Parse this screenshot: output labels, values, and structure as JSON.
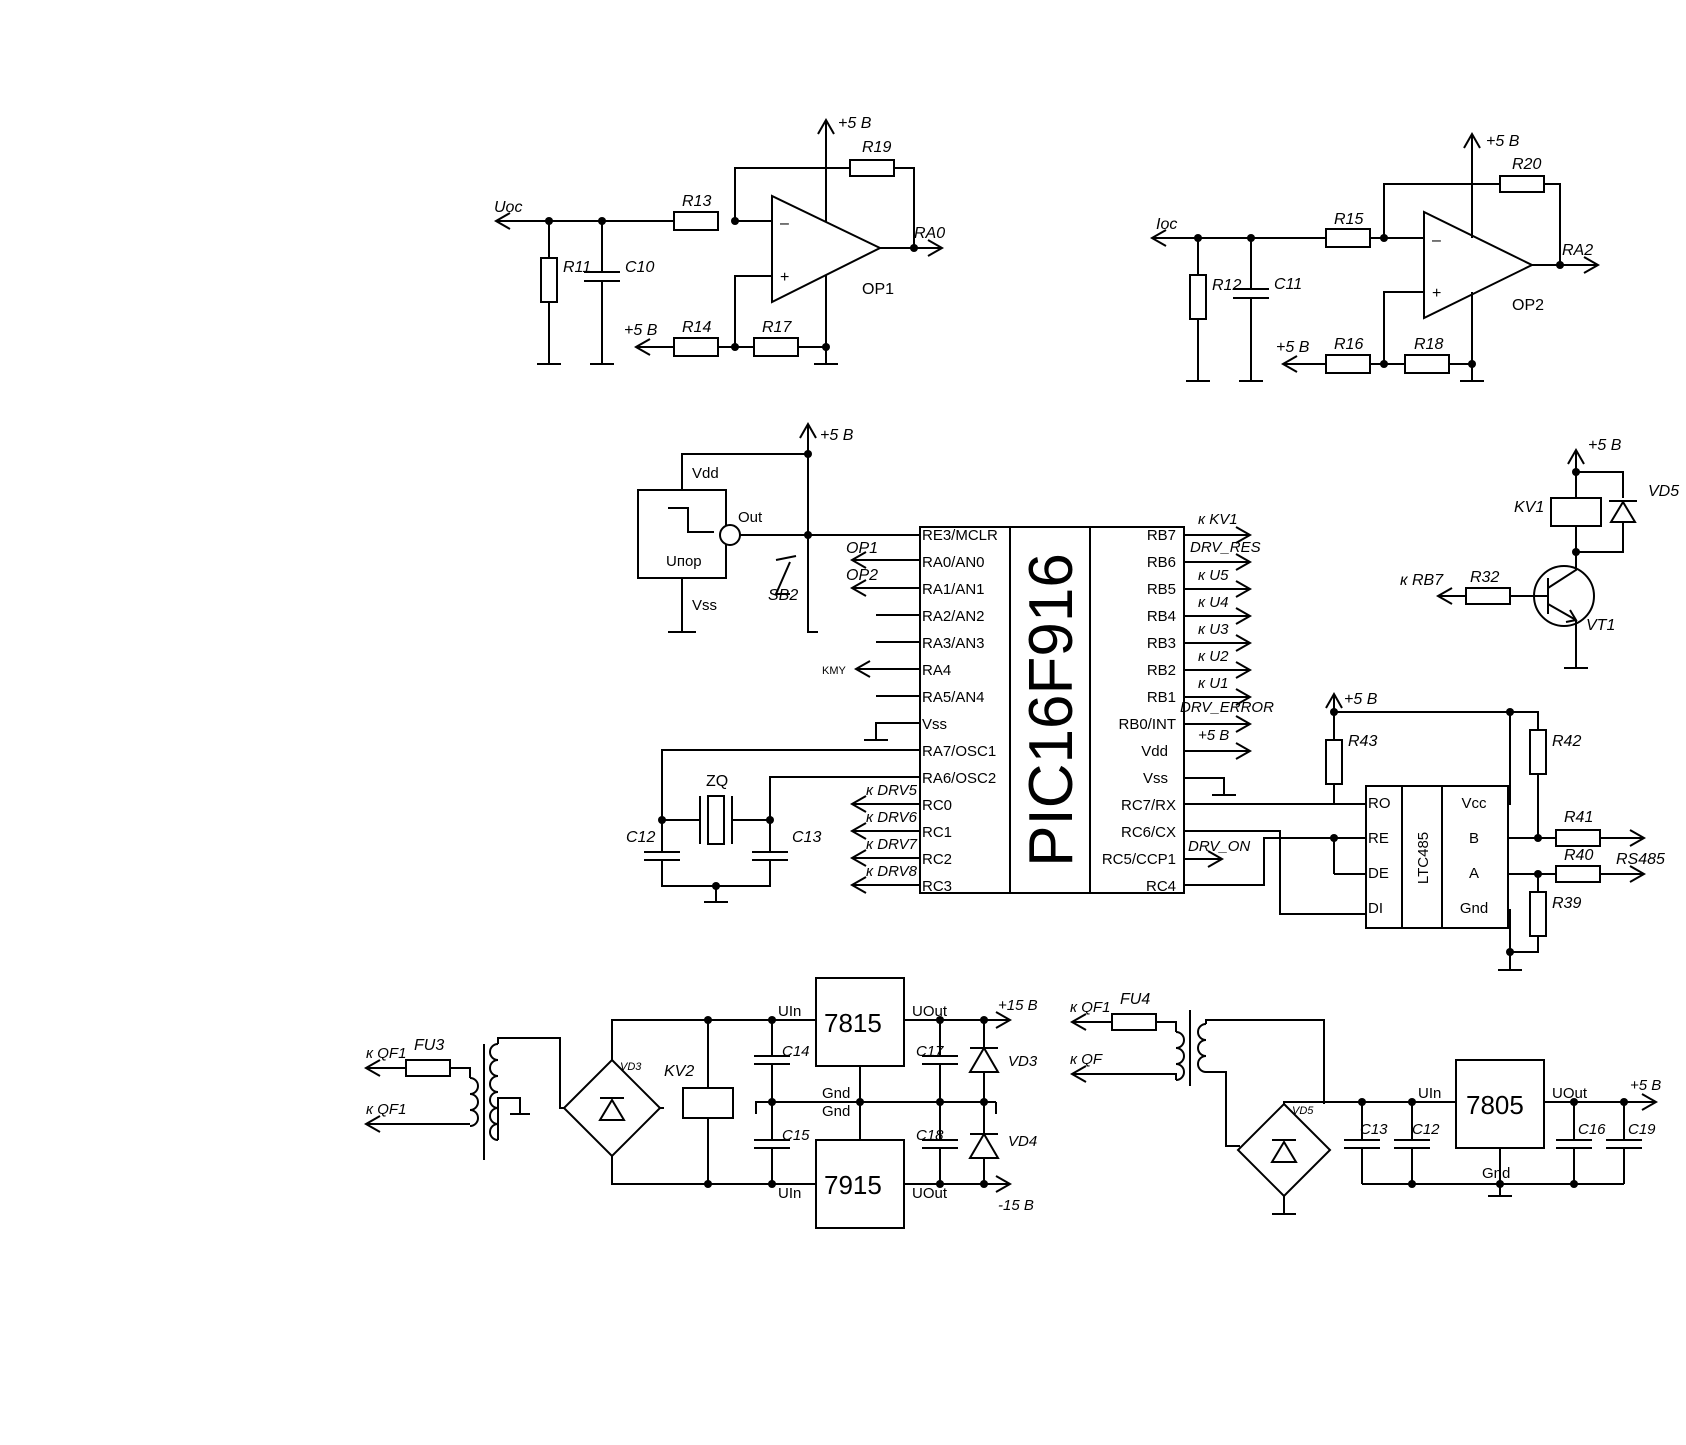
{
  "colors": {
    "ink": "#000000",
    "background": "#ffffff"
  },
  "opamp1": {
    "input": "Uoc",
    "r11": "R11",
    "c10": "C10",
    "r13": "R13",
    "r14": "R14",
    "r17": "R17",
    "r19": "R19",
    "supply": "+5 В",
    "bias": "+5 В",
    "output": "RA0",
    "name": "OP1",
    "minus": "–",
    "plus": "+"
  },
  "opamp2": {
    "input": "Ioc",
    "r12": "R12",
    "c11": "C11",
    "r15": "R15",
    "r16": "R16",
    "r18": "R18",
    "r20": "R20",
    "supply": "+5 В",
    "bias": "+5 В",
    "output": "RA2",
    "name": "OP2",
    "minus": "–",
    "plus": "+"
  },
  "supervisor": {
    "vdd": "Vdd",
    "out": "Out",
    "name": "Uпор",
    "vss": "Vss",
    "supply": "+5 В",
    "button": "SB2"
  },
  "mcu": {
    "name": "PIC16F916",
    "left_pins": [
      "RE3/MCLR",
      "RA0/AN0",
      "RA1/AN1",
      "RA2/AN2",
      "RA3/AN3",
      "RA4",
      "RA5/AN4",
      "Vss",
      "RA7/OSC1",
      "RA6/OSC2",
      "RC0",
      "RC1",
      "RC2",
      "RC3"
    ],
    "right_pins": [
      "RB7",
      "RB6",
      "RB5",
      "RB4",
      "RB3",
      "RB2",
      "RB1",
      "RB0/INT",
      "Vdd",
      "Vss",
      "RC7/RX",
      "RC6/CX",
      "RC5/CCP1",
      "RC4"
    ],
    "left_nets": {
      "op1": "OP1",
      "op2": "OP2",
      "kmy": "KMY",
      "drv5": "к DRV5",
      "drv6": "к DRV6",
      "drv7": "к DRV7",
      "drv8": "к DRV8"
    },
    "right_nets": {
      "kv1": "к KV1",
      "drv_res": "DRV_RES",
      "u5": "к U5",
      "u4": "к U4",
      "u3": "к U3",
      "u2": "к U2",
      "u1": "к U1",
      "drv_error": "DRV_ERROR",
      "vdd": "+5 В",
      "drv_on": "DRV_ON"
    }
  },
  "crystal": {
    "name": "ZQ",
    "c_left": "C12",
    "c_right": "C13"
  },
  "relay": {
    "supply": "+5 В",
    "coil": "KV1",
    "diode": "VD5",
    "resistor": "R32",
    "input": "к RB7",
    "transistor": "VT1"
  },
  "rs485": {
    "chip": "LTC485",
    "left_pins": [
      "RO",
      "RE",
      "DE",
      "DI"
    ],
    "right_pins": [
      "Vcc",
      "B",
      "A",
      "Gnd"
    ],
    "supply": "+5 В",
    "r43": "R43",
    "r42": "R42",
    "r41": "R41",
    "r40": "R40",
    "r39": "R39",
    "bus": "RS485"
  },
  "psu_dual": {
    "fuse": "FU3",
    "in1": "к QF1",
    "in2": "к QF1",
    "bridge": "VD3",
    "relay": "KV2",
    "reg_pos": "7815",
    "reg_neg": "7915",
    "uin": "UIn",
    "uout": "UOut",
    "gnd": "Gnd",
    "c14": "C14",
    "c15": "C15",
    "c17": "C17",
    "c18": "C18",
    "vd3": "VD3",
    "vd4": "VD4",
    "out_pos": "+15 В",
    "out_neg": "-15 В"
  },
  "psu_5v": {
    "fuse": "FU4",
    "in1": "к QF1",
    "in2": "к QF",
    "bridge": "VD5",
    "reg": "7805",
    "uin": "UIn",
    "uout": "UOut",
    "gnd": "Gnd",
    "c13": "C13",
    "c12": "C12",
    "c16": "C16",
    "c19": "C19",
    "out": "+5 В"
  }
}
